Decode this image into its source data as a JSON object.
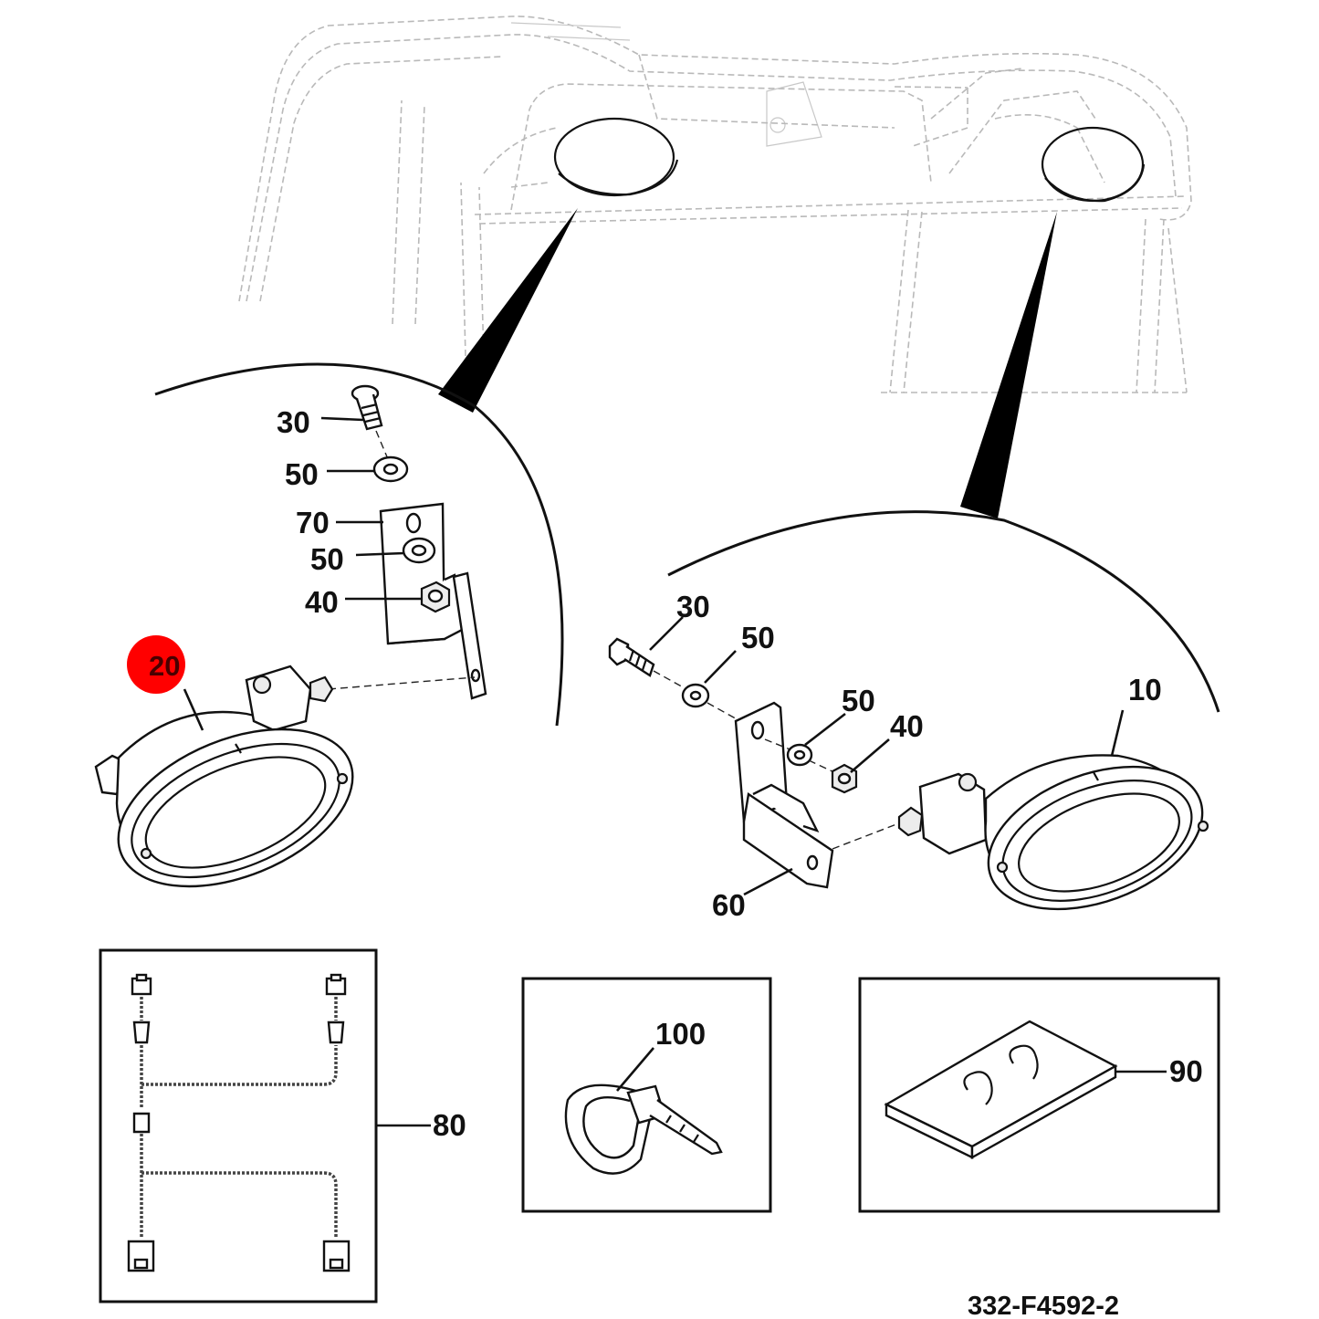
{
  "colors": {
    "highlight": "#ff0000",
    "ink": "#111111",
    "ghost": "#b9b9b9"
  },
  "callouts": {
    "left": {
      "bolt": "30",
      "washer_top": "50",
      "bracket": "70",
      "washer_mid": "50",
      "nut": "40",
      "lamp": "20"
    },
    "right": {
      "bolt": "30",
      "washer_a": "50",
      "washer_b": "50",
      "nut": "40",
      "lamp": "10",
      "bracket": "60"
    },
    "harness": "80",
    "cable_tie": "100",
    "pad": "90"
  },
  "drawing_number": "332-F4592-2"
}
